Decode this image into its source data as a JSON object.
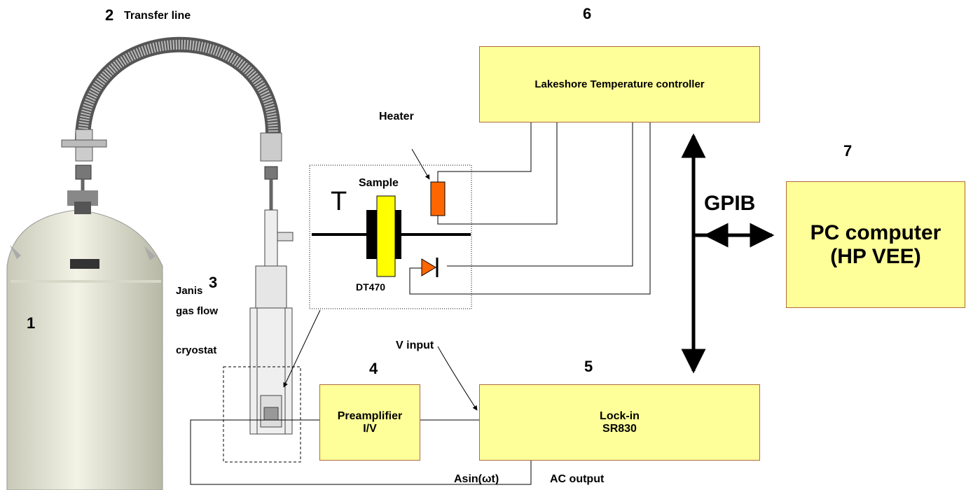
{
  "colors": {
    "box_fill": "#ffff99",
    "box_border": "#b06a3c",
    "heater": "#ff6600",
    "sample": "#ffff00",
    "dewar": "#e8e8d8"
  },
  "numbers": {
    "n1": "1",
    "n2": "2",
    "n3": "3",
    "n4": "4",
    "n5": "5",
    "n6": "6",
    "n7": "7"
  },
  "labels": {
    "transfer_line": "Transfer line",
    "janis": "Janis",
    "gas_flow": "gas flow",
    "cryostat": "cryostat",
    "heater": "Heater",
    "sample": "Sample",
    "t_symbol": "T",
    "dt470": "DT470",
    "gpib": "GPIB",
    "v_input": "V input",
    "asin": "Asin(ωt)",
    "ac_output": "AC output"
  },
  "boxes": {
    "temperature_controller": {
      "label": "Lakeshore Temperature controller"
    },
    "pc": {
      "line1": "PC computer",
      "line2": "(HP VEE)"
    },
    "preamp": {
      "line1": "Preamplifier",
      "line2": "I/V"
    },
    "lockin": {
      "line1": "Lock-in",
      "line2": "SR830"
    }
  },
  "icons": [
    "dewar-icon",
    "transfer-line-icon",
    "cryostat-icon",
    "heater-icon",
    "sample-icon",
    "diode-icon"
  ]
}
